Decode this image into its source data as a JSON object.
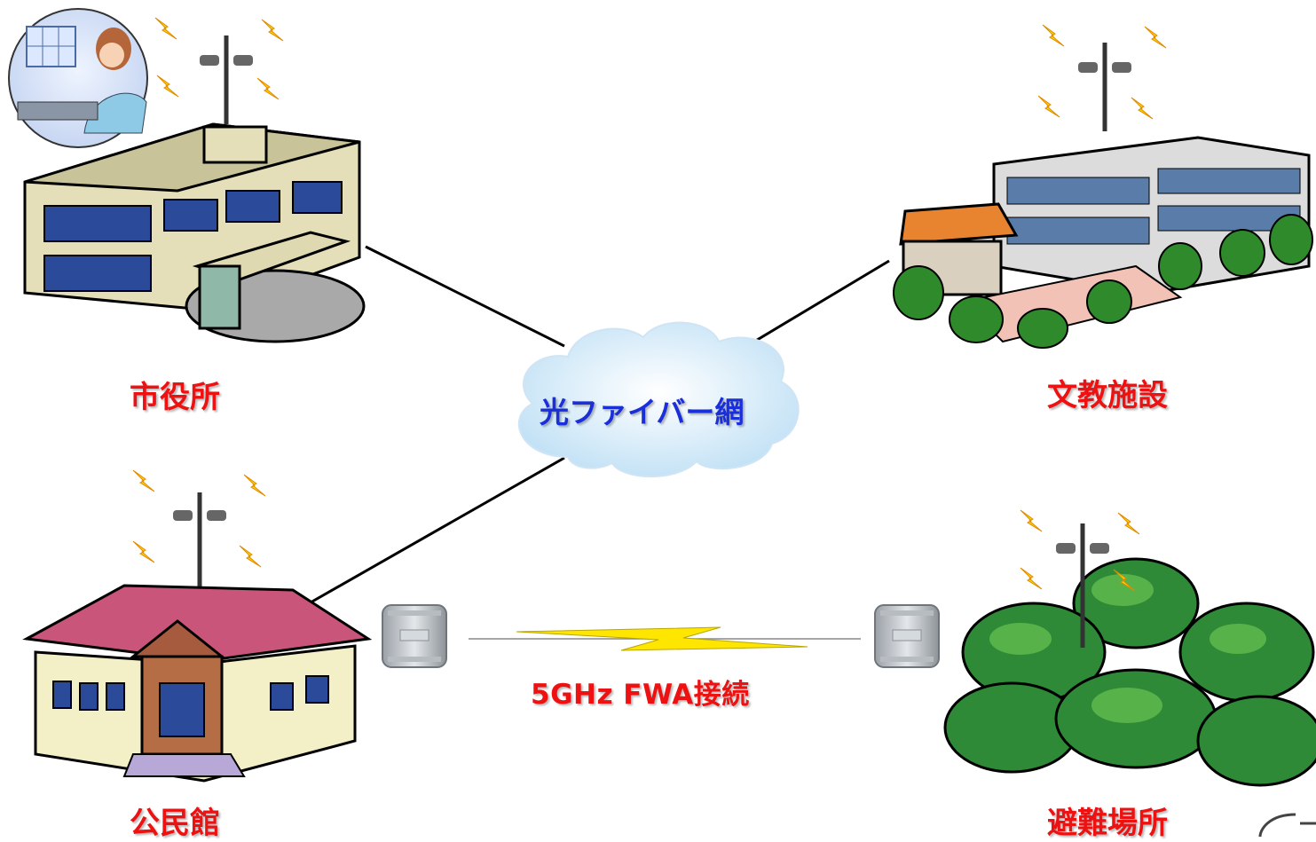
{
  "labels": {
    "city_hall": "市役所",
    "education": "文教施設",
    "community_hall": "公民館",
    "shelter": "避難場所",
    "fiber_network": "光ファイバー網",
    "fwa_link": "5GHz FWA接続"
  },
  "icons": {
    "operator": "operator-desk-icon",
    "camera_pole": "antenna-camera-pole-icon",
    "radio_unit": "fwa-radio-unit-icon",
    "signal": "lightning-signal-icon"
  },
  "colors": {
    "label_red": "#ee1111",
    "label_blue": "#1a2fd9",
    "cloud": "#d8ecf8",
    "bolt_yellow": "#ffe300"
  }
}
